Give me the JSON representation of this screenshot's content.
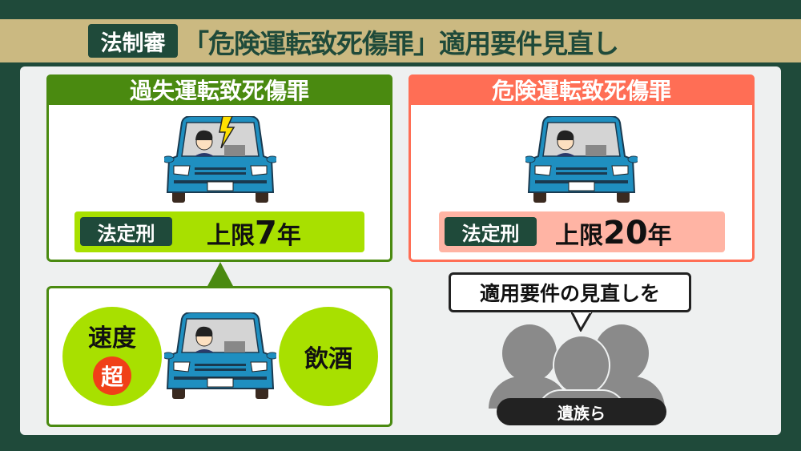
{
  "header": {
    "badge": "法制審",
    "title": "「危険運転致死傷罪」適用要件見直し"
  },
  "left": {
    "title": "過失運転致死傷罪",
    "penalty_label": "法定刑",
    "limit_prefix": "上限",
    "limit_num": "7",
    "limit_unit": "年",
    "factors": {
      "speed": "速度",
      "speed_badge": "超",
      "alcohol": "飲酒"
    }
  },
  "right": {
    "title": "危険運転致死傷罪",
    "penalty_label": "法定刑",
    "limit_prefix": "上限",
    "limit_num": "20",
    "limit_unit": "年",
    "bubble": "適用要件の見直しを",
    "group_label": "遺族ら"
  },
  "colors": {
    "green": "#4a8a10",
    "lime": "#a8e000",
    "salmon": "#ff6e55",
    "pink": "#ffb4a4",
    "dark": "#1f4a3a",
    "car": "#1f8fc0"
  }
}
